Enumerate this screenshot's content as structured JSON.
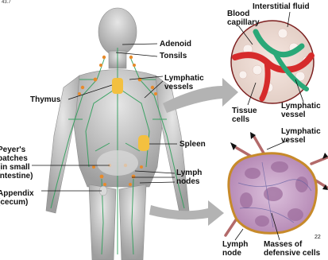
{
  "figure_ref": "43.7",
  "page_number": "22",
  "labels": {
    "adenoid": "Adenoid",
    "tonsils": "Tonsils",
    "thymus": "Thymus",
    "lymphatic_vessels": "Lymphatic\nvessels",
    "peyers_patches": "Peyer's\npatches\n(in small\nintestine)",
    "appendix": "Appendix\n(cecum)",
    "spleen": "Spleen",
    "lymph_nodes": "Lymph\nnodes",
    "blood_capillary": "Blood\ncapillary",
    "interstitial_fluid": "Interstitial fluid",
    "tissue_cells": "Tissue\ncells",
    "lymphatic_vessel_inset": "Lymphatic\nvessel",
    "lymphatic_vessel_node": "Lymphatic\nvessel",
    "lymph_node_inset": "Lymph\nnode",
    "masses_of_defensive_cells": "Masses of\ndefensive cells"
  },
  "colors": {
    "skin": "#c9c9c9",
    "lymph_vessels": "#2e9e5a",
    "lymph_nodes": "#e88a2a",
    "organs": "#f3c040",
    "blood_capillary": "#d62b2b",
    "node_tissue": "#c9a2c9",
    "arrow": "#b3b3b3"
  }
}
